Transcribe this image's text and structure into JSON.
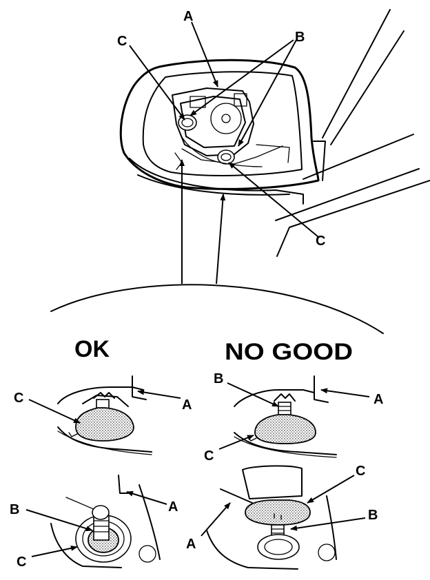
{
  "headings": {
    "ok": "OK",
    "no_good": "NO GOOD"
  },
  "callouts": {
    "a": "A",
    "b": "B",
    "c": "C"
  }
}
